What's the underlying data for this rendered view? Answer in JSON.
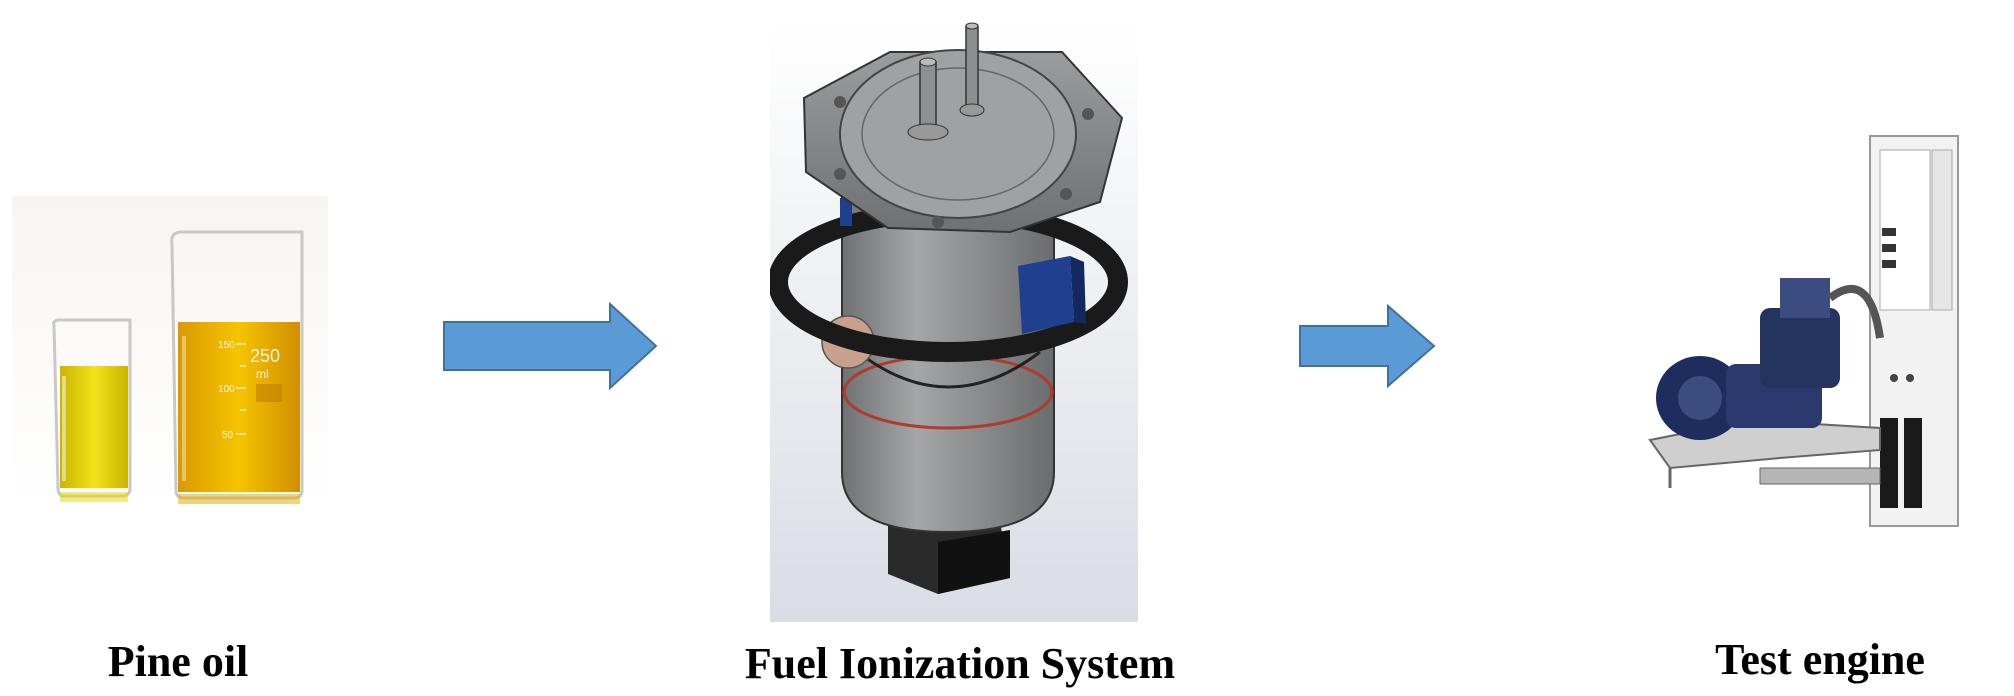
{
  "stages": [
    {
      "id": "pine-oil",
      "label": "Pine oil",
      "beaker_small_markings": [],
      "beaker_large_markings": [
        "250",
        "ml",
        "150",
        "100",
        "50"
      ]
    },
    {
      "id": "fuel-ionization-system",
      "label": "Fuel Ionization System"
    },
    {
      "id": "test-engine",
      "label": "Test engine"
    }
  ],
  "colors": {
    "arrow_fill": "#5b9bd5",
    "arrow_stroke": "#41719c",
    "oil": "#e6b800",
    "device_body": "#8e9092",
    "ring": "#1a1a1a",
    "block": "#1f3f8f"
  }
}
